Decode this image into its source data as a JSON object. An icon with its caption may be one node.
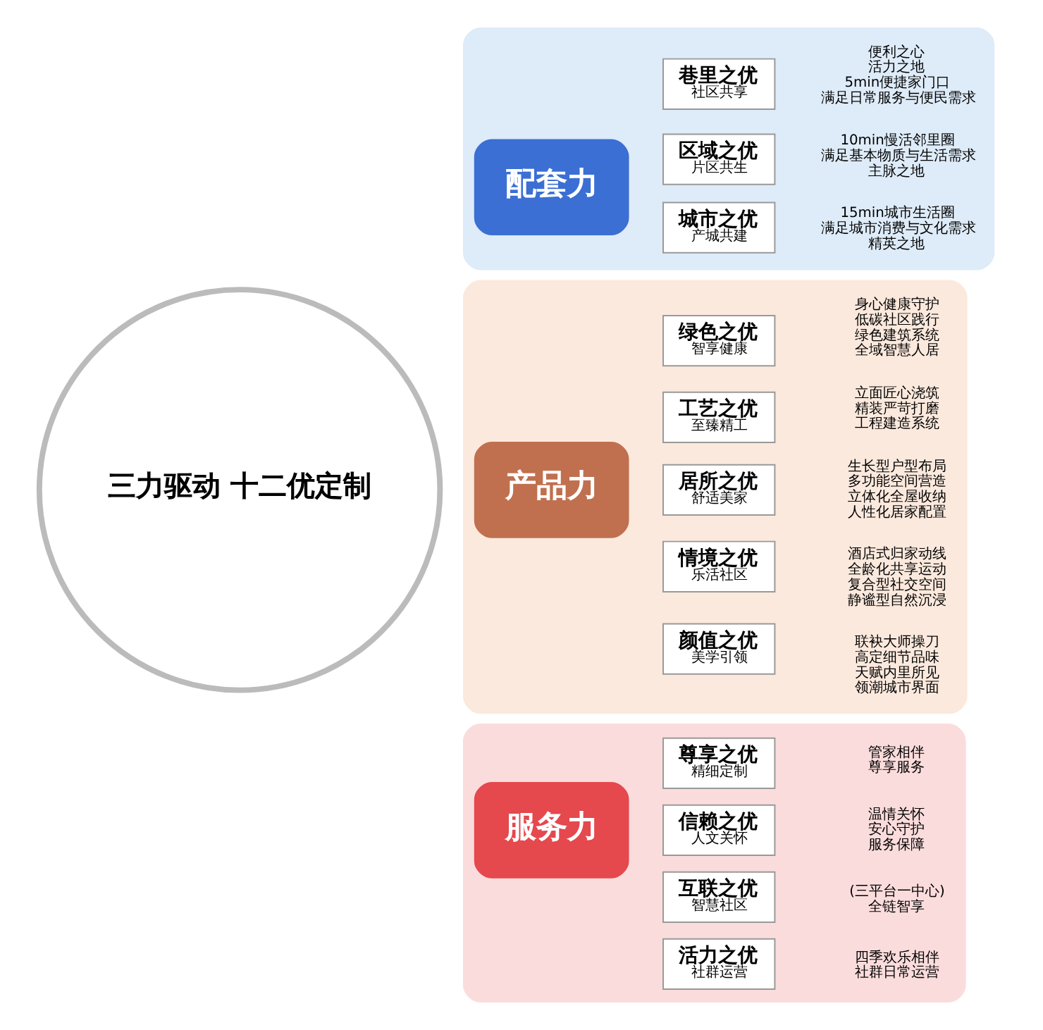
{
  "diagram": {
    "nodes": [
      {
        "text": [
          "三力驱动 十二优定制"
        ]
      },
      {
        "text": [],
        "shape": "sector"
      },
      {
        "text": [
          "配套力"
        ],
        "in": 1
      },
      {
        "text": [
          "城市之优",
          "产城共建"
        ],
        "in": 1,
        "beside": [
          "15min城市生活圈",
          "满足城市消费与文化需求",
          "精英之地"
        ]
      },
      {
        "text": [
          "区域之优",
          "片区共生"
        ],
        "in": 1,
        "beside": [
          "10min慢活邻里圈",
          "满足基本物质与生活需求",
          "主脉之地"
        ]
      },
      {
        "text": [
          "巷里之优",
          "社区共享"
        ],
        "in": 1,
        "beside": [
          "便利之心",
          "活力之地",
          "5min便捷家门口",
          "满足日常服务与便民需求"
        ]
      },
      {
        "text": [],
        "shape": "sector"
      },
      {
        "text": [
          "产品力"
        ],
        "in": 6
      },
      {
        "text": [
          "颜值之优",
          "美学引领"
        ],
        "in": 6,
        "beside": [
          "联袂大师操刀",
          "高定细节品味",
          "天赋内里所见",
          "领潮城市界面"
        ]
      },
      {
        "text": [
          "情境之优",
          "乐活社区"
        ],
        "in": 6,
        "beside": [
          "酒店式归家动线",
          "全龄化共享运动",
          "复合型社交空间",
          "静谧型自然沉浸"
        ]
      },
      {
        "text": [
          "居所之优",
          "舒适美家"
        ],
        "in": 6,
        "beside": [
          "生长型户型布局",
          "多功能空间营造",
          "立体化全屋收纳",
          "人性化居家配置"
        ]
      },
      {
        "text": [
          "工艺之优",
          "至臻精工"
        ],
        "in": 6,
        "beside": [
          "立面匠心浇筑",
          "精装严苛打磨",
          "工程建造系统"
        ]
      },
      {
        "text": [
          "绿色之优",
          "智享健康"
        ],
        "in": 6,
        "beside": [
          "身心健康守护",
          "低碳社区践行",
          "绿色建筑系统",
          "全域智慧人居"
        ]
      },
      {
        "text": [],
        "shape": "sector"
      },
      {
        "text": [
          "服务力"
        ],
        "in": 13
      },
      {
        "text": [
          "活力之优",
          "社群运营"
        ],
        "in": 13,
        "beside": [
          "四季欢乐相伴",
          "社群日常运营"
        ]
      },
      {
        "text": [
          "互联之优",
          "智慧社区"
        ],
        "in": 13,
        "beside": [
          "(三平台一中心)",
          "全链智享"
        ]
      },
      {
        "text": [
          "信赖之优",
          "人文关怀"
        ],
        "in": 13,
        "beside": [
          "温情关怀",
          "安心守护",
          "服务保障"
        ]
      },
      {
        "text": [
          "尊享之优",
          "精细定制"
        ],
        "in": 13,
        "beside": [
          "管家相伴",
          "尊享服务"
        ]
      }
    ],
    "edges": []
  }
}
